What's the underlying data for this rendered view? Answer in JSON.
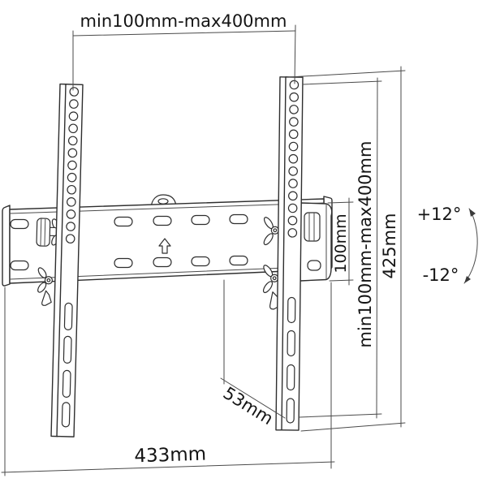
{
  "diagram": {
    "labels": {
      "vesa_width": "min100mm-max400mm",
      "vesa_height": "min100mm-max400mm",
      "bracket_height": "425mm",
      "plate_height": "100mm",
      "tilt_up": "+12°",
      "tilt_down": "-12°",
      "depth": "53mm",
      "plate_width": "433mm"
    },
    "colors": {
      "line": "#2e2e2e",
      "dimension_line": "#4a4a4a",
      "text": "#141414",
      "background": "#ffffff"
    }
  }
}
